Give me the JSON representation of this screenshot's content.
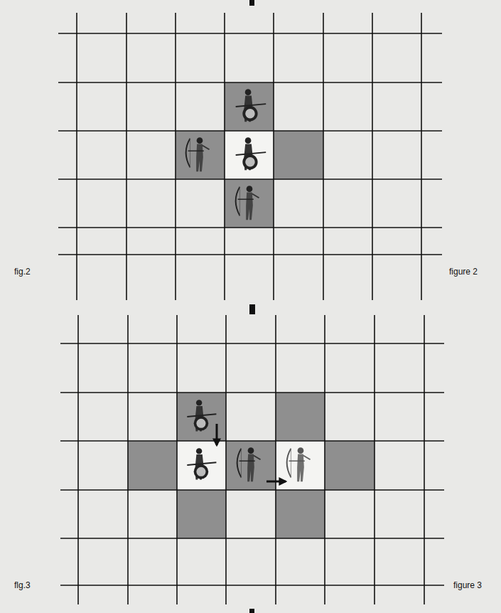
{
  "diagram": {
    "labels": [
      "fig.2",
      "figure 2",
      "flg.3",
      "figure 3"
    ]
  }
}
